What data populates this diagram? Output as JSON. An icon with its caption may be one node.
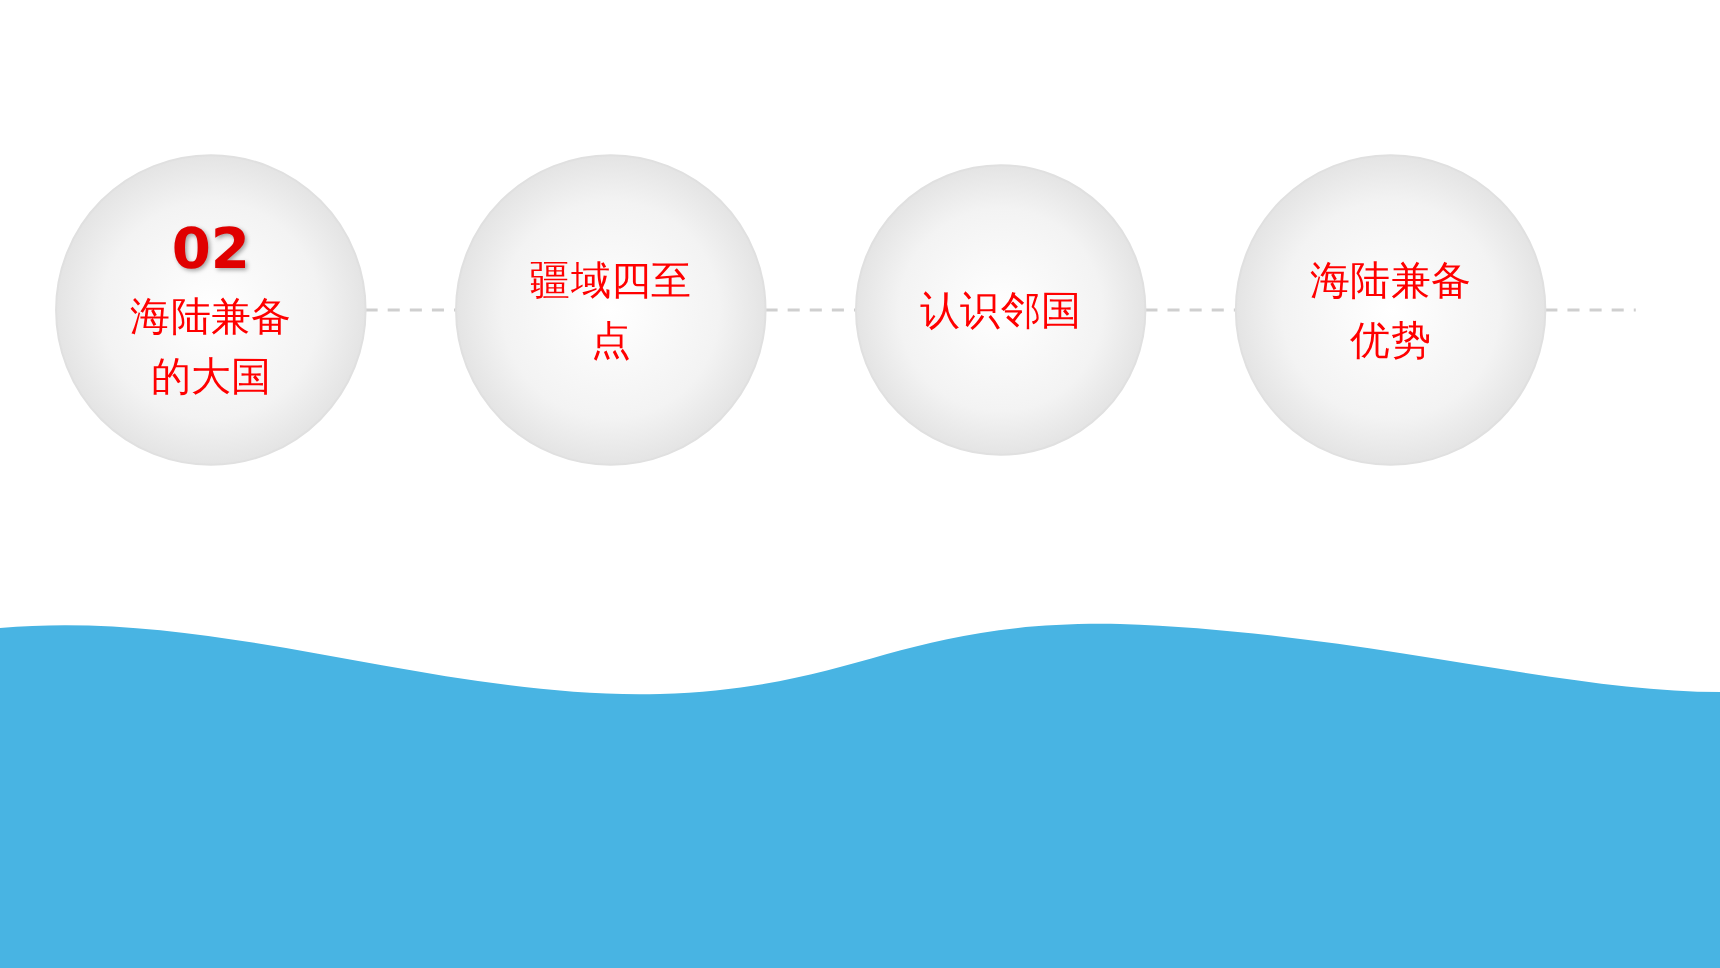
{
  "diagram": {
    "nodes": [
      {
        "text": [
          "02",
          "海陆兼备的大国"
        ]
      },
      {
        "text": [
          "疆域四至点"
        ]
      },
      {
        "text": [
          "认识邻国"
        ]
      },
      {
        "text": [
          "海陆兼备优势"
        ]
      }
    ],
    "edges": [
      {
        "from": 0,
        "to": 1,
        "arrow": "none",
        "style": "dashed"
      },
      {
        "from": 1,
        "to": 2,
        "arrow": "none",
        "style": "dashed"
      },
      {
        "from": 2,
        "to": 3,
        "arrow": "none",
        "style": "dashed"
      },
      {
        "from": 3,
        "to": null,
        "arrow": "none",
        "style": "dashed"
      }
    ]
  }
}
